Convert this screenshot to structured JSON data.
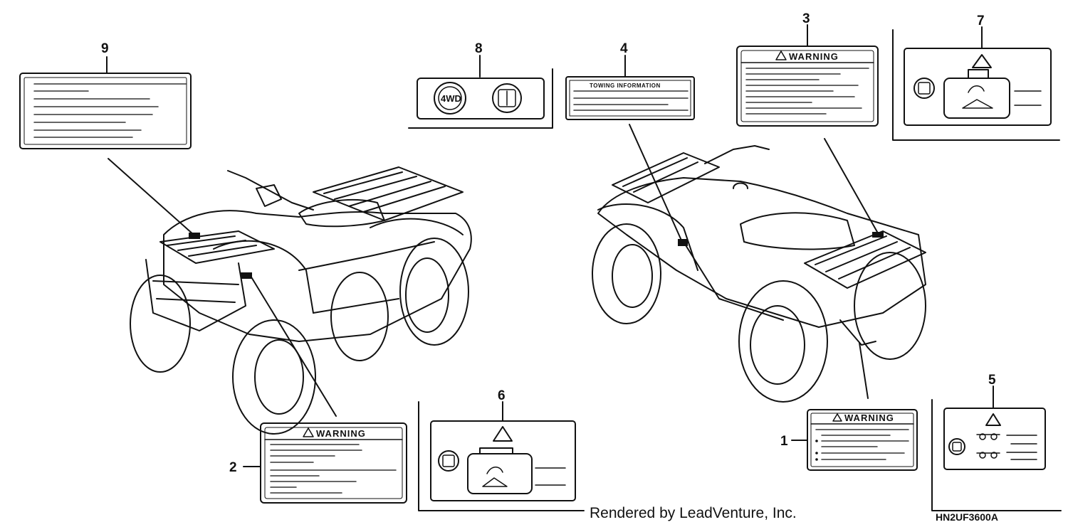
{
  "parts": [
    {
      "number": "1",
      "heading": "WARNING"
    },
    {
      "number": "2",
      "heading": "WARNING"
    },
    {
      "number": "3",
      "heading": "WARNING"
    },
    {
      "number": "4",
      "heading": "TOWING INFORMATION"
    },
    {
      "number": "5",
      "heading": ""
    },
    {
      "number": "6",
      "heading": ""
    },
    {
      "number": "7",
      "heading": ""
    },
    {
      "number": "8",
      "heading": "4WD"
    },
    {
      "number": "9",
      "heading": ""
    }
  ],
  "footer": {
    "credit": "Rendered by LeadVenture, Inc.",
    "diagram_code": "HN2UF3600A"
  },
  "colors": {
    "line": "#111111",
    "label_fill": "#ffffff",
    "label_text_lines": "#333333"
  }
}
